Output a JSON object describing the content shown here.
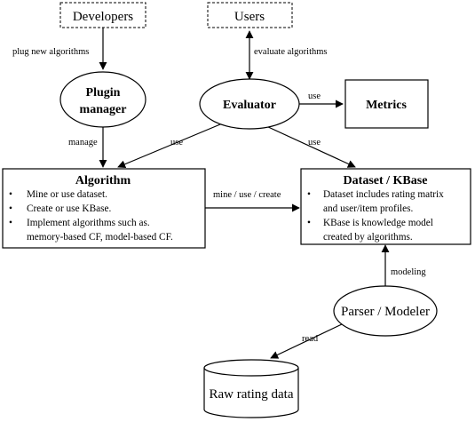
{
  "nodes": {
    "developers": "Developers",
    "users": "Users",
    "plugin_manager": [
      "Plugin",
      "manager"
    ],
    "evaluator": "Evaluator",
    "metrics": "Metrics",
    "algorithm": {
      "title": "Algorithm",
      "bullets": [
        "Mine or use dataset.",
        "Create or use KBase.",
        "Implement algorithms such as.",
        "memory-based CF, model-based CF."
      ]
    },
    "dataset": {
      "title": "Dataset / KBase",
      "bullets": [
        "Dataset includes rating matrix",
        "and user/item profiles.",
        "KBase is knowledge model",
        "created by algorithms."
      ]
    },
    "parser": "Parser / Modeler",
    "raw_data": "Raw rating data"
  },
  "edges": {
    "plug": "plug new algorithms",
    "evaluate": "evaluate algorithms",
    "eval_metrics": "use",
    "manage": "manage",
    "eval_algorithm": "use",
    "eval_dataset": "use",
    "algo_dataset": "mine / use / create",
    "modeling": "modeling",
    "read": "read"
  },
  "bullet_char": "•"
}
